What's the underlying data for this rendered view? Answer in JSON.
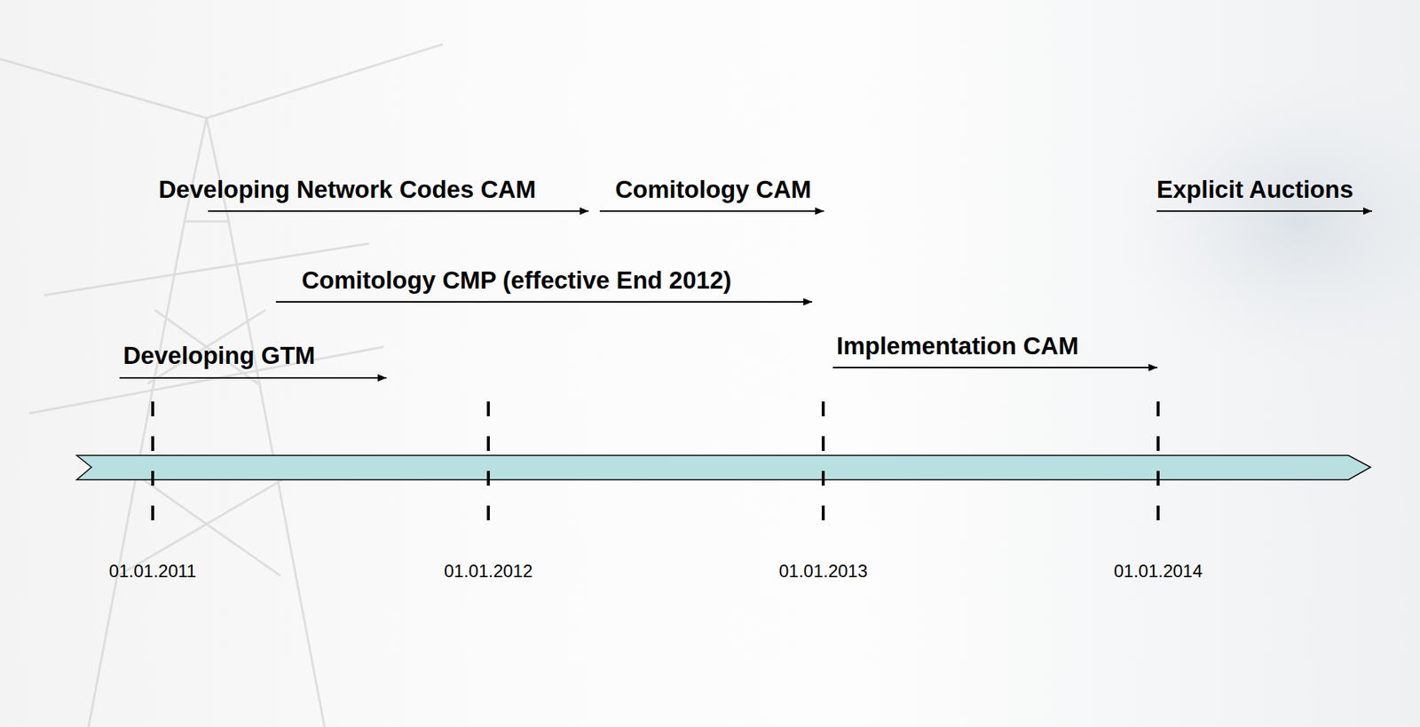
{
  "diagram": {
    "labels": [
      "Developing Network Codes CAM",
      "Comitology CAM",
      "Explicit Auctions",
      "Comitology CMP (effective End 2012)",
      "Developing GTM",
      "Implementation CAM",
      "01.01.2011",
      "01.01.2012",
      "01.01.2013",
      "01.01.2014"
    ]
  }
}
